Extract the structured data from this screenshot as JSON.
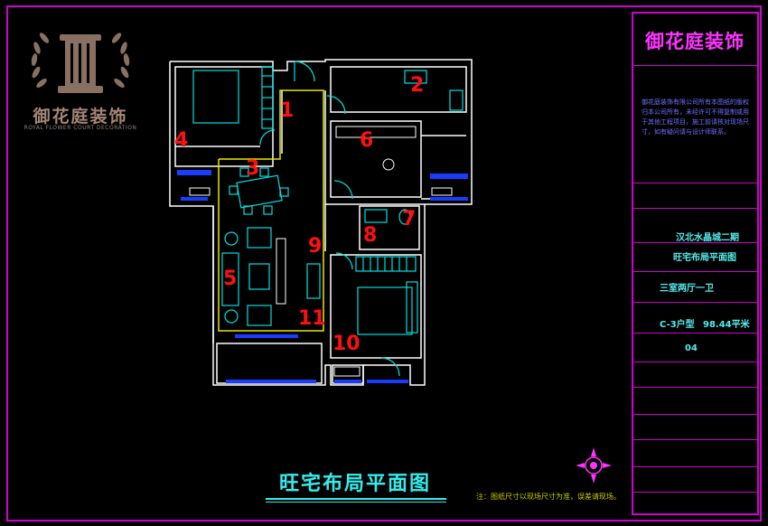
{
  "brand": {
    "name": "御花庭装饰"
  },
  "logo": {
    "cn": "御花庭装饰",
    "en": "ROYAL FLOWER COURT DECORATION"
  },
  "plan": {
    "title": "旺宅布局平面图",
    "note": "注：图纸尺寸以现场尺寸为准，误差请现场。",
    "room_numbers": [
      "1",
      "2",
      "3",
      "4",
      "5",
      "6",
      "7",
      "8",
      "9",
      "10",
      "11"
    ]
  },
  "title_block": {
    "intro": "御花庭装饰有限公司所有本图纸的版权归本公司所有，未经许可不得复制或用于其他工程项目，施工前请核对现场尺寸，如有疑问请与设计师联系。",
    "project": "汉北水晶城二期",
    "drawing_name": "旺宅布局平面图",
    "layout": "三室两厅一卫",
    "unit_type": "C-3户型",
    "area": "98.44平米",
    "drawing_no": "04"
  },
  "colors": {
    "wall": "#ffffff",
    "frame": "#d000d0",
    "accent": "#00e0e0",
    "number": "#ff1010",
    "zone": "#e8e800"
  }
}
